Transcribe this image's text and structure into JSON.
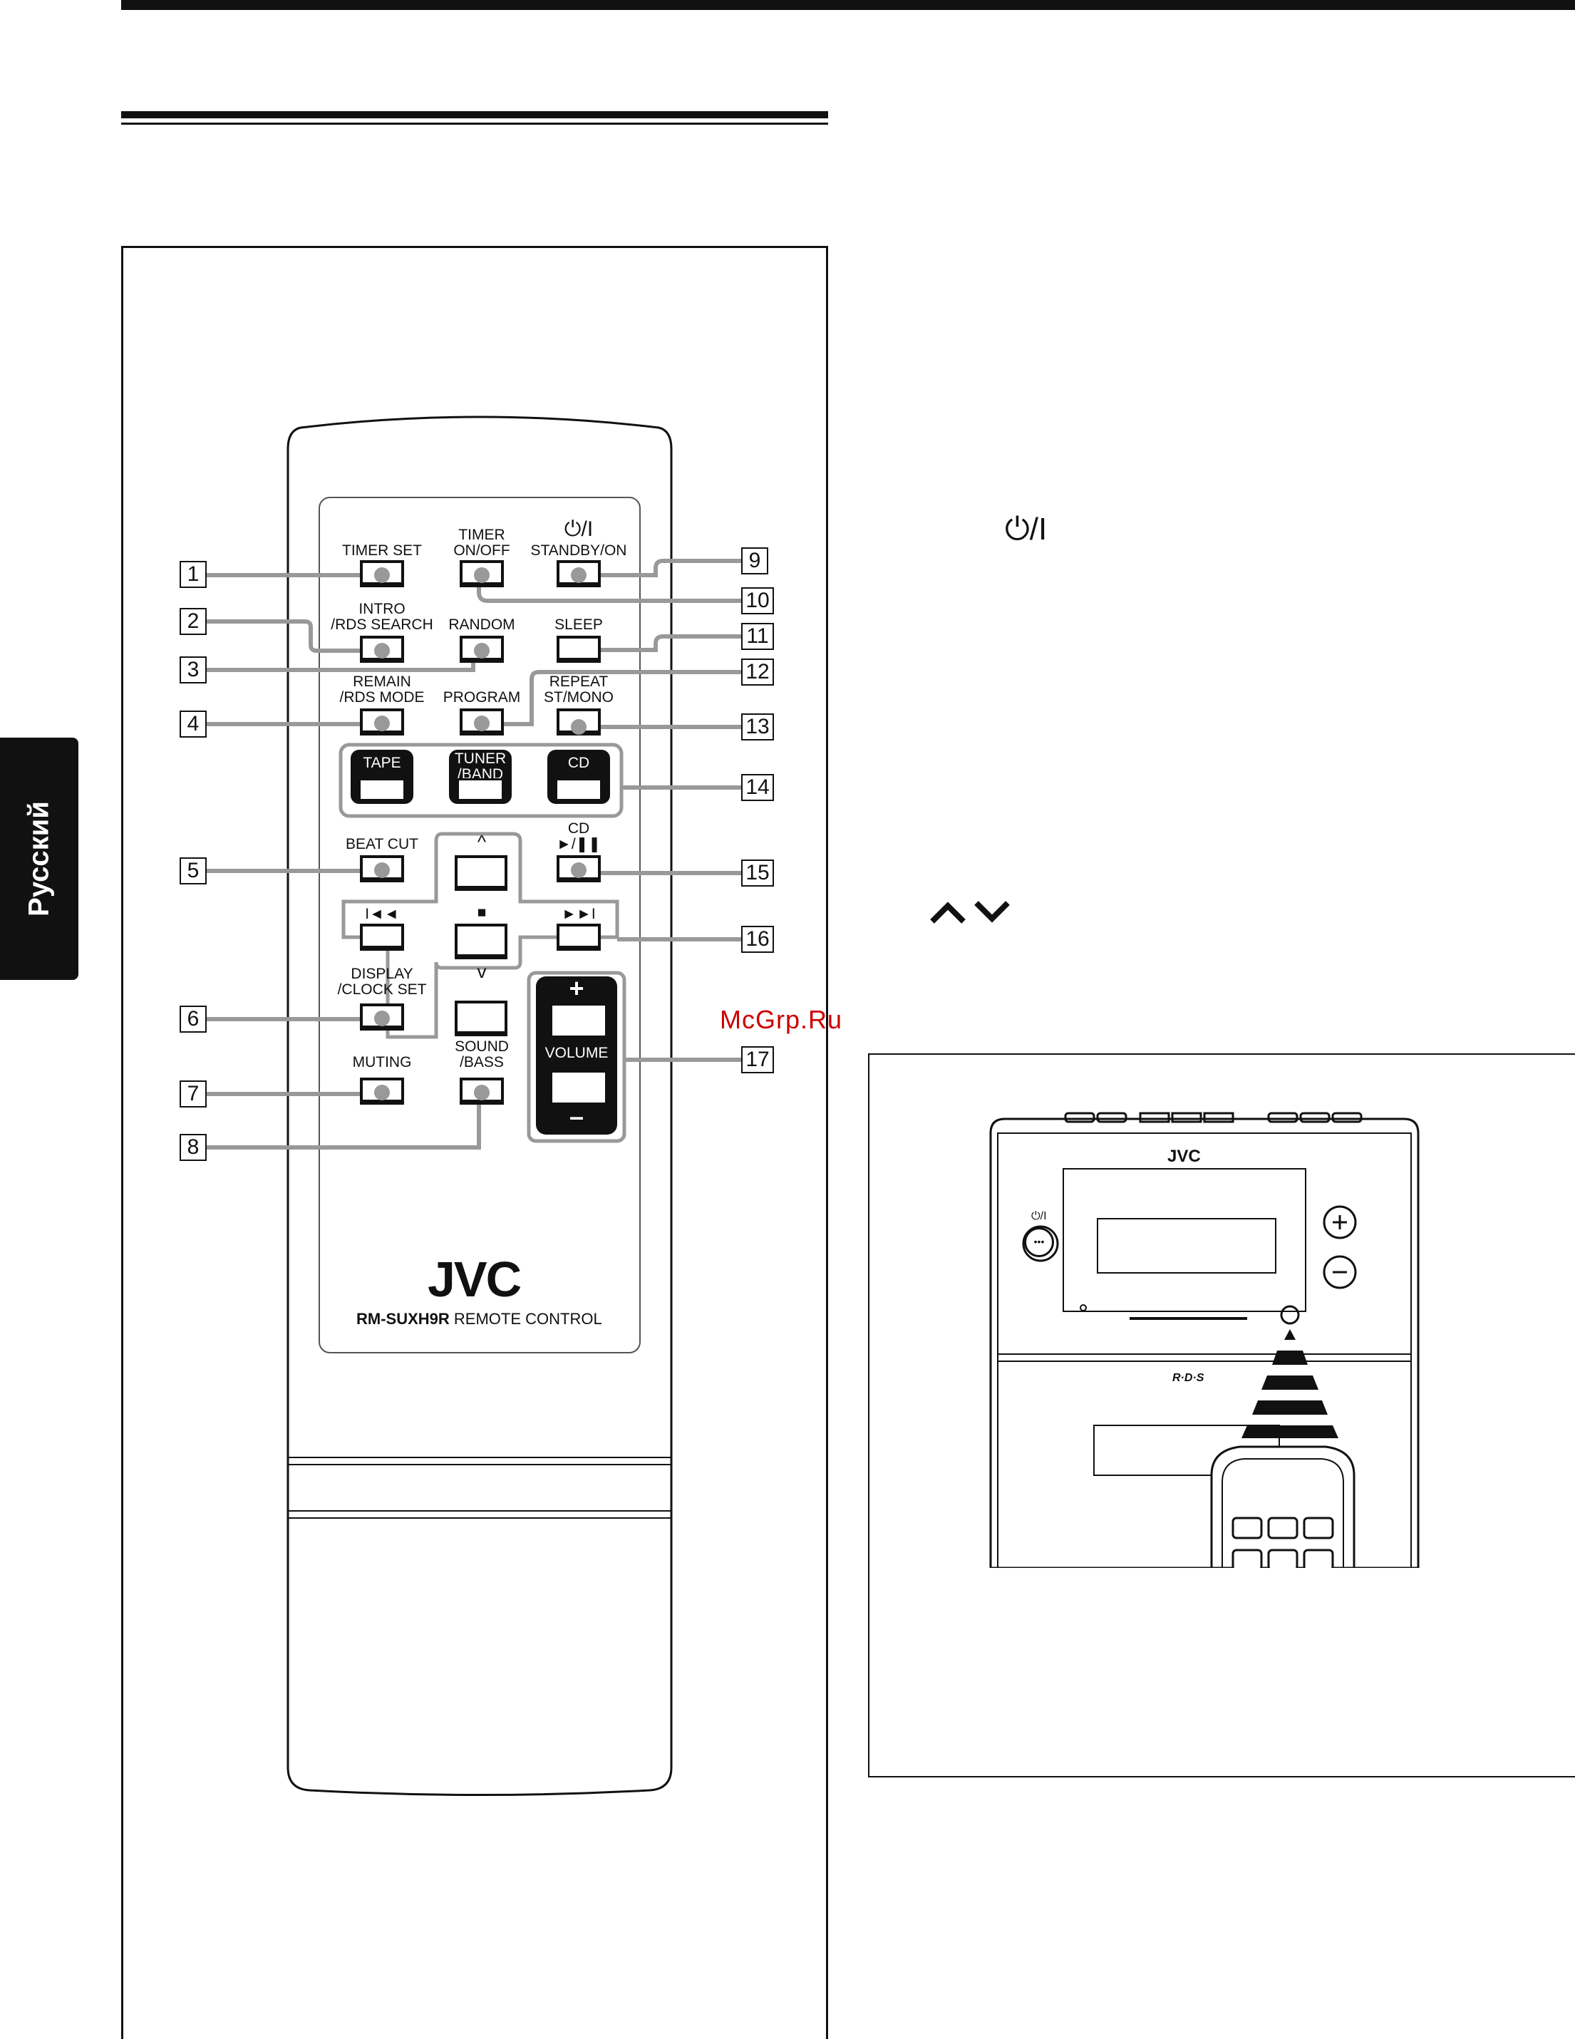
{
  "sidebar": {
    "language_tab": "Русский"
  },
  "watermark": "McGrp.Ru",
  "remote": {
    "brand": "JVC",
    "model": "RM-SUXH9R",
    "model_suffix": "REMOTE CONTROL",
    "buttons": {
      "timer_set": "TIMER SET",
      "timer_onoff_1": "TIMER",
      "timer_onoff_2": "ON/OFF",
      "standby_sym": "⏻/I",
      "standby": "STANDBY/ON",
      "intro_1": "INTRO",
      "intro_2": "/RDS SEARCH",
      "random": "RANDOM",
      "sleep": "SLEEP",
      "remain_1": "REMAIN",
      "remain_2": "/RDS MODE",
      "program": "PROGRAM",
      "repeat_1": "REPEAT",
      "repeat_2": "ST/MONO",
      "tape": "TAPE",
      "tuner_1": "TUNER",
      "tuner_2": "/BAND",
      "cd": "CD",
      "beat_cut": "BEAT CUT",
      "cd_play_1": "CD",
      "cd_play_2": "►/❚❚",
      "up": "^",
      "down": "v",
      "prev": "I◄◄",
      "next": "►►I",
      "stop": "■",
      "display_1": "DISPLAY",
      "display_2": "/CLOCK SET",
      "sound_1": "SOUND",
      "sound_2": "/BASS",
      "muting": "MUTING",
      "vol_plus": "+",
      "volume": "VOLUME",
      "vol_minus": "–"
    },
    "callouts": [
      "1",
      "2",
      "3",
      "4",
      "5",
      "6",
      "7",
      "8",
      "9",
      "10",
      "11",
      "12",
      "13",
      "14",
      "15",
      "16",
      "17"
    ]
  },
  "text": {
    "power_symbol": "⏻/I",
    "up_down_symbols": "⌃ ⌄"
  },
  "device": {
    "brand": "JVC",
    "power_label": "⏻/I",
    "rds_logo": "R·D·S"
  }
}
